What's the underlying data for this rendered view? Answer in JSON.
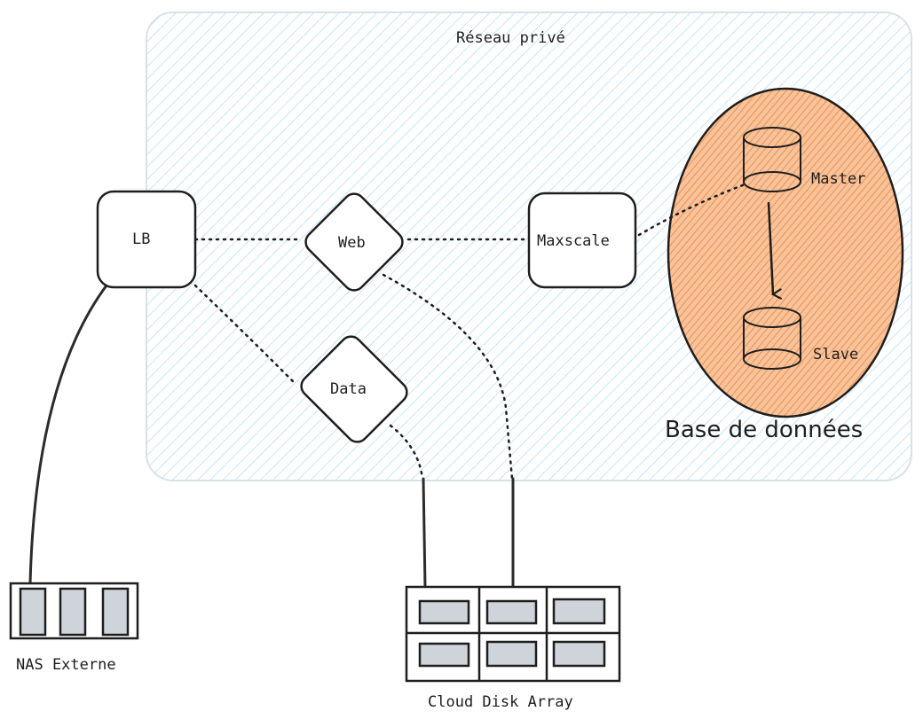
{
  "diagram": {
    "network_label": "Réseau privé",
    "nodes": {
      "lb": "LB",
      "web": "Web",
      "data": "Data",
      "maxscale": "Maxscale",
      "master": "Master",
      "slave": "Slave"
    },
    "database_group_label": "Base de données",
    "nas_label": "NAS Externe",
    "cloud_label": "Cloud Disk Array"
  },
  "colors": {
    "network_hatch": "#a5d8ff",
    "database_fill": "#f5a56b",
    "stroke": "#1e1e1e",
    "disk_fill": "#ced4da"
  }
}
